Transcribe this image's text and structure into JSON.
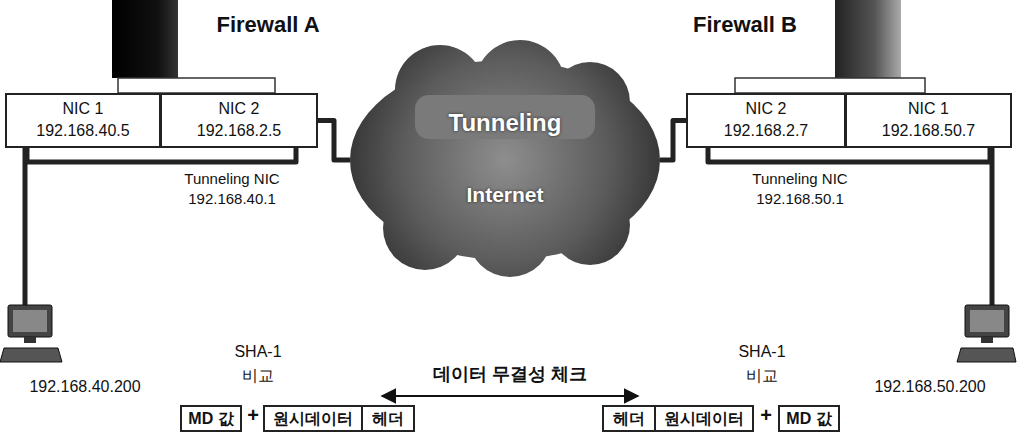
{
  "diagram": {
    "nodes": [
      {
        "text": [
          "NIC 1",
          "192.168.40.5"
        ]
      },
      {
        "text": [
          "NIC 2",
          "192.168.2.5"
        ]
      },
      {
        "text": [
          "Tunneling",
          "Internet"
        ]
      },
      {
        "text": [
          "NIC 2",
          "192.168.2.7"
        ]
      },
      {
        "text": [
          "NIC 1",
          "192.168.50.7"
        ]
      },
      {
        "text": [
          "MD 값"
        ]
      },
      {
        "text": [
          "원시데이터"
        ]
      },
      {
        "text": [
          "헤더"
        ]
      },
      {
        "text": [
          "헤더"
        ]
      },
      {
        "text": [
          "원시데이터"
        ]
      },
      {
        "text": [
          "MD 값"
        ]
      }
    ],
    "edges": [
      {
        "from": 0,
        "to": 1,
        "arrow": "none"
      },
      {
        "from": 1,
        "to": 2,
        "arrow": "none"
      },
      {
        "from": 2,
        "to": 3,
        "arrow": "none"
      },
      {
        "from": 3,
        "to": 4,
        "arrow": "none"
      }
    ],
    "labels": [
      "Firewall A",
      "Firewall B",
      "Tunneling NIC",
      "192.168.40.1",
      "Tunneling NIC",
      "192.168.50.1",
      "192.168.40.200",
      "192.168.50.200",
      "SHA-1",
      "비교",
      "SHA-1",
      "비교",
      "데이터 무결성 체크",
      "+",
      "+"
    ]
  }
}
